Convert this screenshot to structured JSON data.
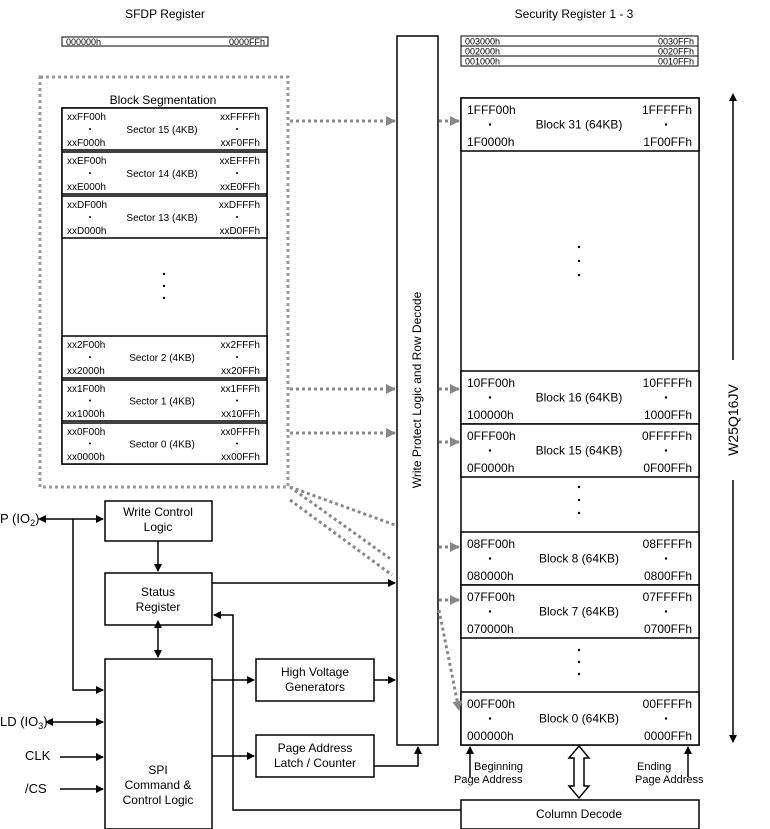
{
  "sfdp": {
    "title": "SFDP Register",
    "start": "000000h",
    "end": "0000FFh"
  },
  "security": {
    "title": "Security Register 1 - 3",
    "rows": [
      {
        "start": "003000h",
        "end": "0030FFh"
      },
      {
        "start": "002000h",
        "end": "0020FFh"
      },
      {
        "start": "001000h",
        "end": "0010FFh"
      }
    ]
  },
  "block_segmentation": {
    "title": "Block Segmentation",
    "sectors": [
      {
        "label": "Sector 15 (4KB)",
        "tl": "xxFF00h",
        "tr": "xxFFFFh",
        "bl": "xxF000h",
        "br": "xxF0FFh"
      },
      {
        "label": "Sector 14 (4KB)",
        "tl": "xxEF00h",
        "tr": "xxEFFFh",
        "bl": "xxE000h",
        "br": "xxE0FFh"
      },
      {
        "label": "Sector 13 (4KB)",
        "tl": "xxDF00h",
        "tr": "xxDFFFh",
        "bl": "xxD000h",
        "br": "xxD0FFh"
      },
      {
        "label": "Sector 2 (4KB)",
        "tl": "xx2F00h",
        "tr": "xx2FFFh",
        "bl": "xx2000h",
        "br": "xx20FFh"
      },
      {
        "label": "Sector 1 (4KB)",
        "tl": "xx1F00h",
        "tr": "xx1FFFh",
        "bl": "xx1000h",
        "br": "xx10FFh"
      },
      {
        "label": "Sector 0 (4KB)",
        "tl": "xx0F00h",
        "tr": "xx0FFFh",
        "bl": "xx0000h",
        "br": "xx00FFh"
      }
    ]
  },
  "memory_blocks": [
    {
      "label": "Block 31 (64KB)",
      "tl": "1FFF00h",
      "tr": "1FFFFFh",
      "bl": "1F0000h",
      "br": "1F00FFh"
    },
    {
      "label": "Block 16 (64KB)",
      "tl": "10FF00h",
      "tr": "10FFFFh",
      "bl": "100000h",
      "br": "1000FFh"
    },
    {
      "label": "Block 15 (64KB)",
      "tl": "0FFF00h",
      "tr": "0FFFFFh",
      "bl": "0F0000h",
      "br": "0F00FFh"
    },
    {
      "label": "Block 8 (64KB)",
      "tl": "08FF00h",
      "tr": "08FFFFh",
      "bl": "080000h",
      "br": "0800FFh"
    },
    {
      "label": "Block 7 (64KB)",
      "tl": "07FF00h",
      "tr": "07FFFFh",
      "bl": "070000h",
      "br": "0700FFh"
    },
    {
      "label": "Block 0 (64KB)",
      "tl": "00FF00h",
      "tr": "00FFFFh",
      "bl": "000000h",
      "br": "0000FFh"
    }
  ],
  "write_protect": "Write Protect Logic and Row Decode",
  "chip_name": "W25Q16JV",
  "blocks": {
    "write_control": [
      "Write Control",
      "Logic"
    ],
    "status_register": [
      "Status",
      "Register"
    ],
    "high_voltage": [
      "High Voltage",
      "Generators"
    ],
    "page_address": [
      "Page Address",
      "Latch / Counter"
    ],
    "spi": [
      "SPI",
      "Command &",
      "Control Logic"
    ],
    "column_decode": "Column Decode"
  },
  "pins": {
    "wp": "P (IO",
    "wp_sub": "2",
    "hold": "LD (IO",
    "hold_sub": "3",
    "clk": "CLK",
    "cs": "/CS"
  },
  "page_address_labels": {
    "beginning": [
      "Beginning",
      "Page Address"
    ],
    "ending": [
      "Ending",
      "Page Address"
    ]
  }
}
